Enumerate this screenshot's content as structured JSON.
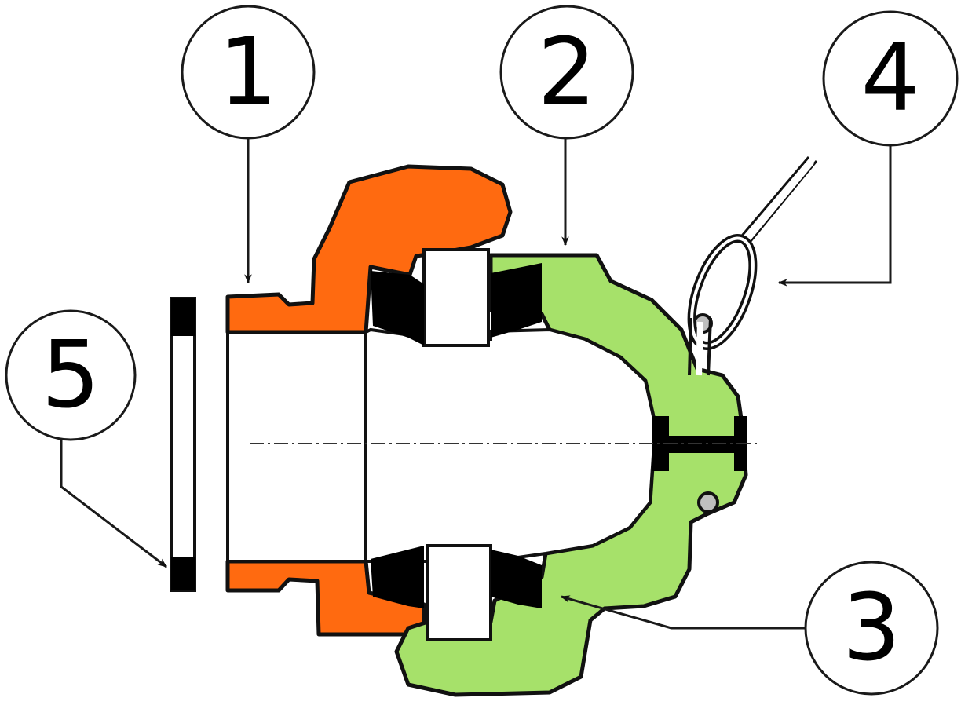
{
  "colors": {
    "orange_part": "#ff6a10",
    "green_part": "#a6e16a",
    "seal": "#000000",
    "line": "#111111"
  },
  "callouts": [
    {
      "id": "1",
      "label": "1"
    },
    {
      "id": "2",
      "label": "2"
    },
    {
      "id": "3",
      "label": "3"
    },
    {
      "id": "4",
      "label": "4"
    },
    {
      "id": "5",
      "label": "5"
    }
  ]
}
